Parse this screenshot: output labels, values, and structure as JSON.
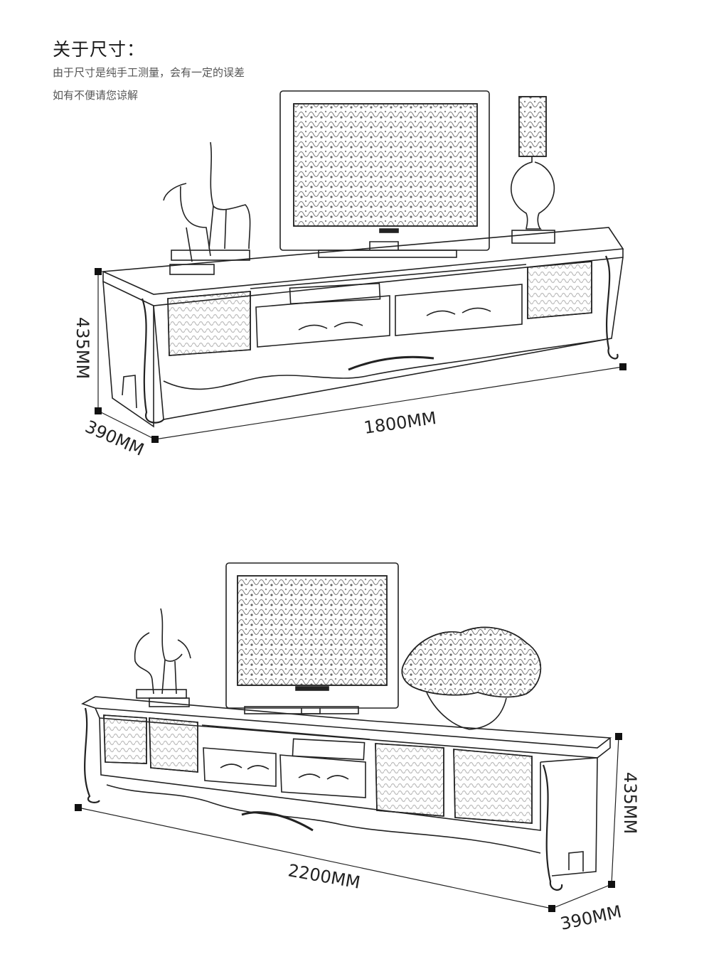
{
  "header": {
    "title": "关于尺寸：",
    "note_line1": "由于尺寸是纯手工测量，会有一定的误差",
    "note_line2": "如有不便请您谅解"
  },
  "product_1": {
    "height_label": "435MM",
    "length_label": "1800MM",
    "depth_label": "390MM"
  },
  "product_2": {
    "height_label": "435MM",
    "length_label": "2200MM",
    "depth_label": "390MM"
  },
  "colors": {
    "line": "#222222",
    "paper": "#ffffff",
    "sketch": "#555555"
  }
}
